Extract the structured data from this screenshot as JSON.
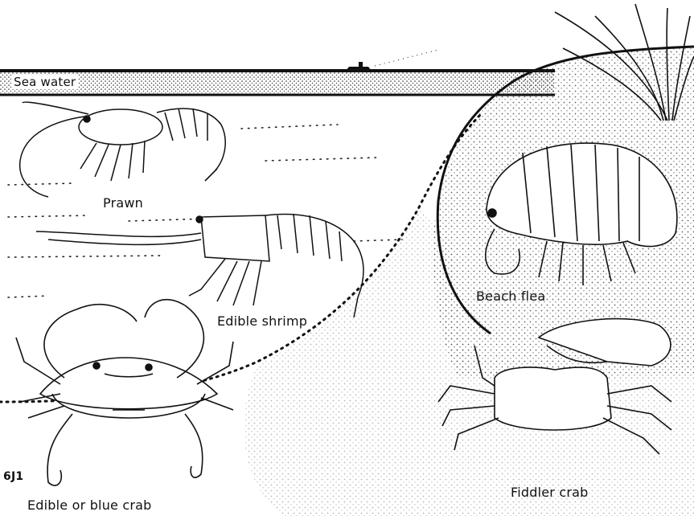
{
  "labels": {
    "sea_water": "Sea water",
    "prawn": "Prawn",
    "edible_shrimp": "Edible shrimp",
    "beach_flea": "Beach flea",
    "fiddler_crab": "Fiddler crab",
    "blue_crab": "Edible or blue crab",
    "plate_mark": "6J1"
  }
}
